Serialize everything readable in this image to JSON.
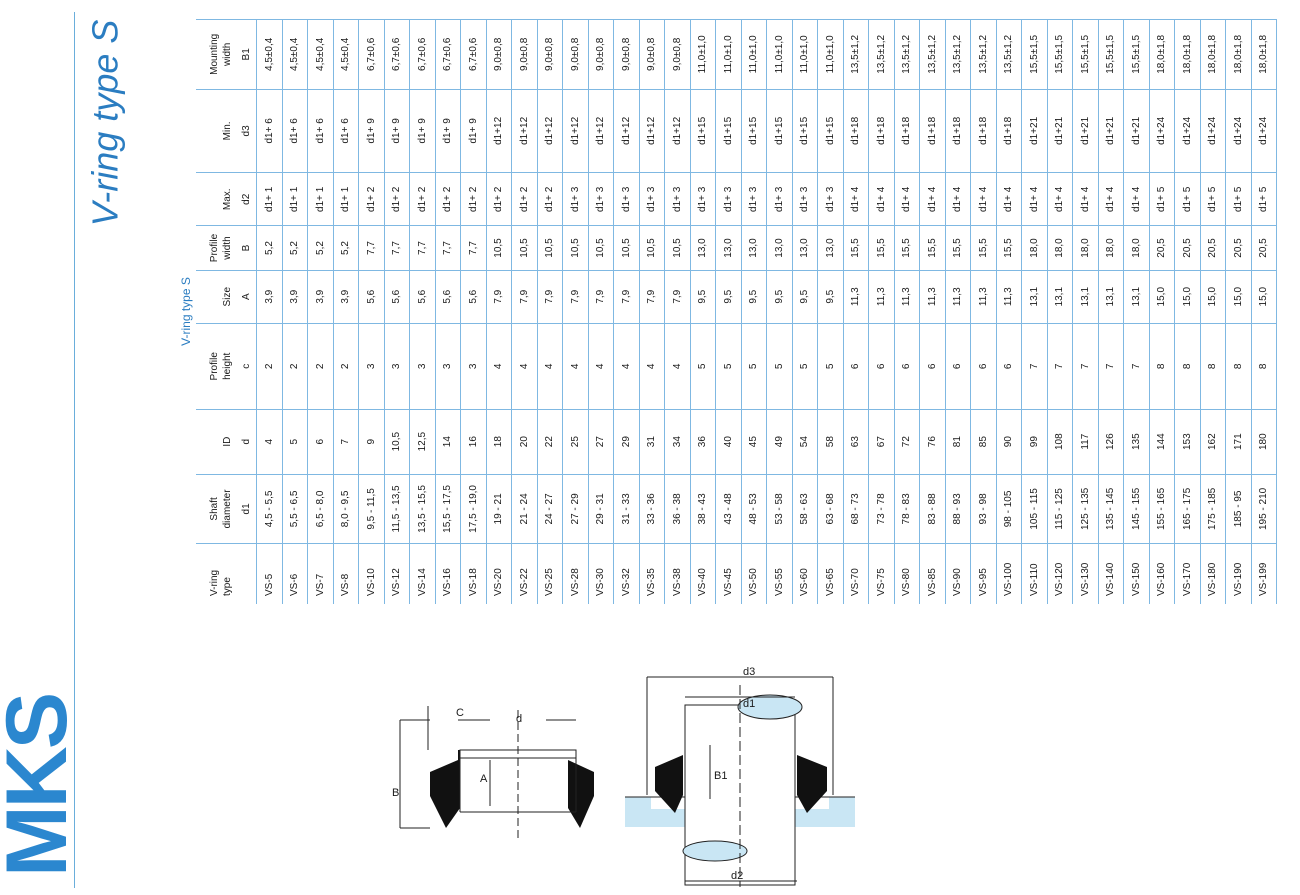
{
  "brand": {
    "logo": "MKS",
    "accent_color": "#2b87cf"
  },
  "title": "V-ring type S",
  "table": {
    "caption": "V-ring type S",
    "header_top": [
      "V-ring",
      "Shaft",
      "ID",
      "Profile",
      "Size",
      "Profile",
      "Max.",
      "Min.",
      "Mounting"
    ],
    "header_mid": [
      "type",
      "diameter",
      "",
      "height",
      "",
      "width",
      "",
      "",
      "width"
    ],
    "header_sym": [
      "",
      "d1",
      "d",
      "c",
      "A",
      "B",
      "d2",
      "d3",
      "B1"
    ],
    "rows": [
      [
        "VS-5",
        "4,5 - 5,5",
        "4",
        "2",
        "3,9",
        "5,2",
        "d1+ 1",
        "d1+ 6",
        "4,5±0,4"
      ],
      [
        "VS-6",
        "5,5 - 6,5",
        "5",
        "2",
        "3,9",
        "5,2",
        "d1+ 1",
        "d1+ 6",
        "4,5±0,4"
      ],
      [
        "VS-7",
        "6,5 - 8,0",
        "6",
        "2",
        "3,9",
        "5,2",
        "d1+ 1",
        "d1+ 6",
        "4,5±0,4"
      ],
      [
        "VS-8",
        "8,0 - 9,5",
        "7",
        "2",
        "3,9",
        "5,2",
        "d1+ 1",
        "d1+ 6",
        "4,5±0,4"
      ],
      [
        "VS-10",
        "9,5 - 11,5",
        "9",
        "3",
        "5,6",
        "7,7",
        "d1+ 2",
        "d1+ 9",
        "6,7±0,6"
      ],
      [
        "VS-12",
        "11,5 - 13,5",
        "10,5",
        "3",
        "5,6",
        "7,7",
        "d1+ 2",
        "d1+ 9",
        "6,7±0,6"
      ],
      [
        "VS-14",
        "13,5 - 15,5",
        "12,5",
        "3",
        "5,6",
        "7,7",
        "d1+ 2",
        "d1+ 9",
        "6,7±0,6"
      ],
      [
        "VS-16",
        "15,5 - 17,5",
        "14",
        "3",
        "5,6",
        "7,7",
        "d1+ 2",
        "d1+ 9",
        "6,7±0,6"
      ],
      [
        "VS-18",
        "17,5 - 19,0",
        "16",
        "3",
        "5,6",
        "7,7",
        "d1+ 2",
        "d1+ 9",
        "6,7±0,6"
      ],
      [
        "VS-20",
        "19 - 21",
        "18",
        "4",
        "7,9",
        "10,5",
        "d1+ 2",
        "d1+12",
        "9,0±0,8"
      ],
      [
        "VS-22",
        "21 - 24",
        "20",
        "4",
        "7,9",
        "10,5",
        "d1+ 2",
        "d1+12",
        "9,0±0,8"
      ],
      [
        "VS-25",
        "24 - 27",
        "22",
        "4",
        "7,9",
        "10,5",
        "d1+ 2",
        "d1+12",
        "9,0±0,8"
      ],
      [
        "VS-28",
        "27 - 29",
        "25",
        "4",
        "7,9",
        "10,5",
        "d1+ 3",
        "d1+12",
        "9,0±0,8"
      ],
      [
        "VS-30",
        "29 - 31",
        "27",
        "4",
        "7,9",
        "10,5",
        "d1+ 3",
        "d1+12",
        "9,0±0,8"
      ],
      [
        "VS-32",
        "31 - 33",
        "29",
        "4",
        "7,9",
        "10,5",
        "d1+ 3",
        "d1+12",
        "9,0±0,8"
      ],
      [
        "VS-35",
        "33 - 36",
        "31",
        "4",
        "7,9",
        "10,5",
        "d1+ 3",
        "d1+12",
        "9,0±0,8"
      ],
      [
        "VS-38",
        "36 - 38",
        "34",
        "4",
        "7,9",
        "10,5",
        "d1+ 3",
        "d1+12",
        "9,0±0,8"
      ],
      [
        "VS-40",
        "38 - 43",
        "36",
        "5",
        "9,5",
        "13,0",
        "d1+ 3",
        "d1+15",
        "11,0±1,0"
      ],
      [
        "VS-45",
        "43 - 48",
        "40",
        "5",
        "9,5",
        "13,0",
        "d1+ 3",
        "d1+15",
        "11,0±1,0"
      ],
      [
        "VS-50",
        "48 - 53",
        "45",
        "5",
        "9,5",
        "13,0",
        "d1+ 3",
        "d1+15",
        "11,0±1,0"
      ],
      [
        "VS-55",
        "53 - 58",
        "49",
        "5",
        "9,5",
        "13,0",
        "d1+ 3",
        "d1+15",
        "11,0±1,0"
      ],
      [
        "VS-60",
        "58 - 63",
        "54",
        "5",
        "9,5",
        "13,0",
        "d1+ 3",
        "d1+15",
        "11,0±1,0"
      ],
      [
        "VS-65",
        "63 - 68",
        "58",
        "5",
        "9,5",
        "13,0",
        "d1+ 3",
        "d1+15",
        "11,0±1,0"
      ],
      [
        "VS-70",
        "68 - 73",
        "63",
        "6",
        "11,3",
        "15,5",
        "d1+ 4",
        "d1+18",
        "13,5±1,2"
      ],
      [
        "VS-75",
        "73 - 78",
        "67",
        "6",
        "11,3",
        "15,5",
        "d1+ 4",
        "d1+18",
        "13,5±1,2"
      ],
      [
        "VS-80",
        "78 - 83",
        "72",
        "6",
        "11,3",
        "15,5",
        "d1+ 4",
        "d1+18",
        "13,5±1,2"
      ],
      [
        "VS-85",
        "83 - 88",
        "76",
        "6",
        "11,3",
        "15,5",
        "d1+ 4",
        "d1+18",
        "13,5±1,2"
      ],
      [
        "VS-90",
        "88 - 93",
        "81",
        "6",
        "11,3",
        "15,5",
        "d1+ 4",
        "d1+18",
        "13,5±1,2"
      ],
      [
        "VS-95",
        "93 - 98",
        "85",
        "6",
        "11,3",
        "15,5",
        "d1+ 4",
        "d1+18",
        "13,5±1,2"
      ],
      [
        "VS-100",
        "98 - 105",
        "90",
        "6",
        "11,3",
        "15,5",
        "d1+ 4",
        "d1+18",
        "13,5±1,2"
      ],
      [
        "VS-110",
        "105 - 115",
        "99",
        "7",
        "13,1",
        "18,0",
        "d1+ 4",
        "d1+21",
        "15,5±1,5"
      ],
      [
        "VS-120",
        "115 - 125",
        "108",
        "7",
        "13,1",
        "18,0",
        "d1+ 4",
        "d1+21",
        "15,5±1,5"
      ],
      [
        "VS-130",
        "125 - 135",
        "117",
        "7",
        "13,1",
        "18,0",
        "d1+ 4",
        "d1+21",
        "15,5±1,5"
      ],
      [
        "VS-140",
        "135 - 145",
        "126",
        "7",
        "13,1",
        "18,0",
        "d1+ 4",
        "d1+21",
        "15,5±1,5"
      ],
      [
        "VS-150",
        "145 - 155",
        "135",
        "7",
        "13,1",
        "18,0",
        "d1+ 4",
        "d1+21",
        "15,5±1,5"
      ],
      [
        "VS-160",
        "155 - 165",
        "144",
        "8",
        "15,0",
        "20,5",
        "d1+ 5",
        "d1+24",
        "18,0±1,8"
      ],
      [
        "VS-170",
        "165 - 175",
        "153",
        "8",
        "15,0",
        "20,5",
        "d1+ 5",
        "d1+24",
        "18,0±1,8"
      ],
      [
        "VS-180",
        "175 - 185",
        "162",
        "8",
        "15,0",
        "20,5",
        "d1+ 5",
        "d1+24",
        "18,0±1,8"
      ],
      [
        "VS-190",
        "185 - 95",
        "171",
        "8",
        "15,0",
        "20,5",
        "d1+ 5",
        "d1+24",
        "18,0±1,8"
      ],
      [
        "VS-199",
        "195 - 210",
        "180",
        "8",
        "15,0",
        "20,5",
        "d1+ 5",
        "d1+24",
        "18,0±1,8"
      ]
    ]
  },
  "diagram_profile": {
    "labels": {
      "c": "C",
      "d": "d",
      "a": "A",
      "b": "B"
    }
  },
  "diagram_mounting": {
    "labels": {
      "d1": "d1",
      "d3": "d3",
      "b1": "B1",
      "d2": "d2"
    }
  }
}
